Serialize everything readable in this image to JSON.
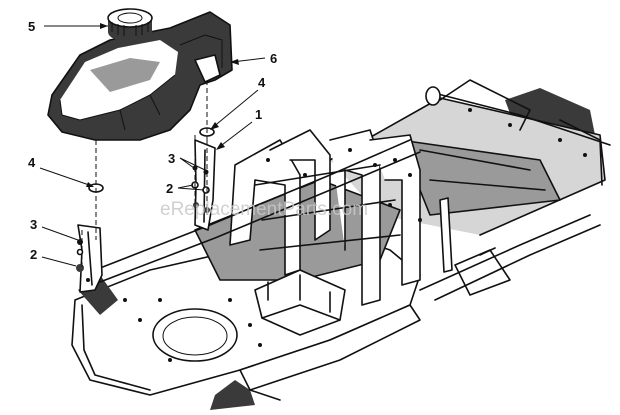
{
  "callouts": {
    "c5": "5",
    "c6": "6",
    "c4_upper": "4",
    "c1": "1",
    "c3_upper": "3",
    "c2_upper": "2",
    "c4_left": "4",
    "c3_left": "3",
    "c2_left": "2"
  },
  "watermark": "eReplacementParts.com",
  "colors": {
    "ink": "#111111",
    "shade": "#3a3a3a",
    "paper": "#ffffff",
    "watermark": "#c8c8c8"
  }
}
